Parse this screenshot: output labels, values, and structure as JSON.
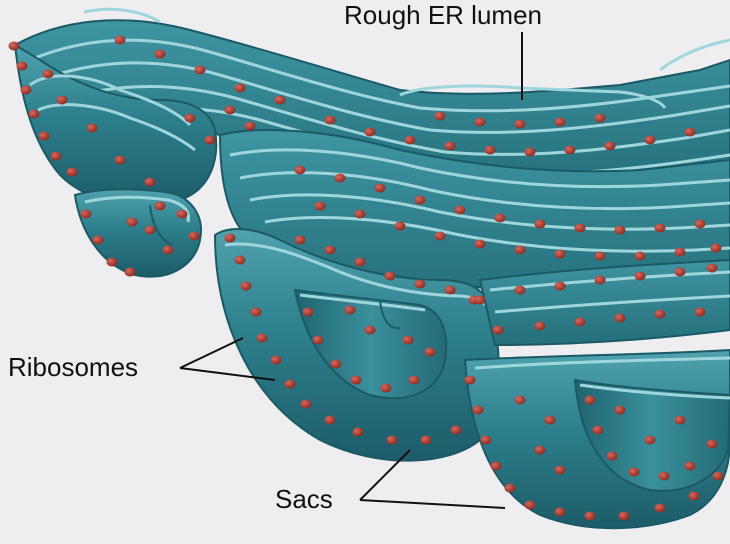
{
  "diagram": {
    "labels": {
      "rough_er_lumen": "Rough ER lumen",
      "ribosomes": "Ribosomes",
      "sacs": "Sacs"
    },
    "colors": {
      "background": "#eeedf0",
      "membrane": "#2d7f8c",
      "membrane_dark": "#1d5c68",
      "membrane_light": "#5fb3bf",
      "inner_rim": "#9fd6dc",
      "ribosome": "#a3352c",
      "ribosome_highlight": "#d8685c",
      "leader_line": "#111111"
    }
  }
}
